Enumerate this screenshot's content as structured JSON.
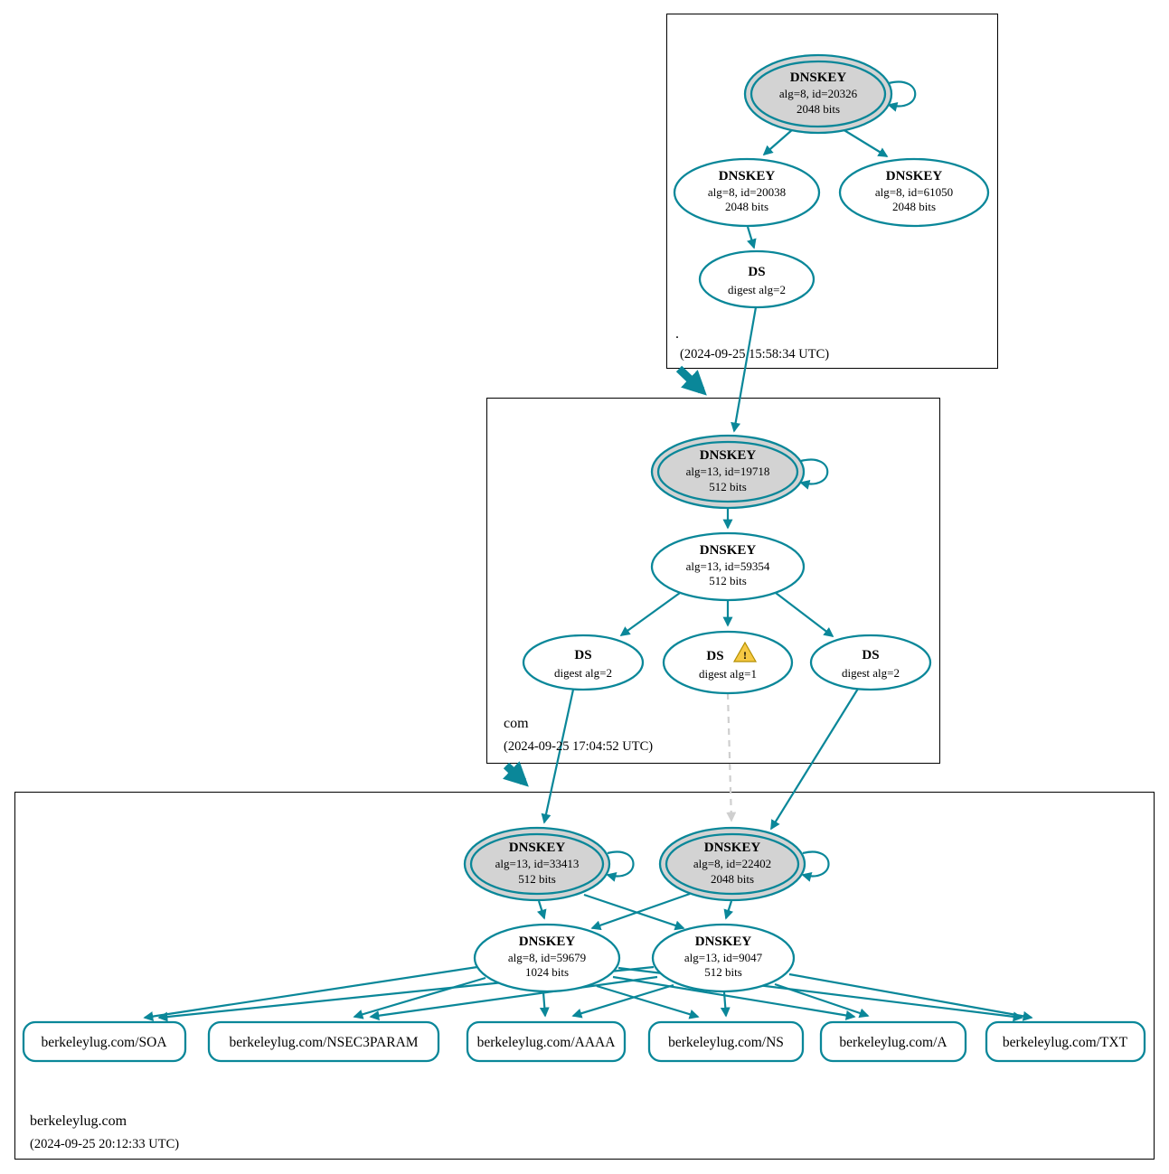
{
  "colors": {
    "edge": "#0a8799",
    "ksk_fill": "#d3d3d3",
    "warning_fill": "#f5c843",
    "insecure_edge": "#cfcfcf"
  },
  "zones": {
    "root": {
      "label": ".",
      "timestamp": "(2024-09-25 15:58:34 UTC)",
      "ksk": {
        "title": "DNSKEY",
        "alg": "alg=8, id=20326",
        "bits": "2048 bits"
      },
      "zsk1": {
        "title": "DNSKEY",
        "alg": "alg=8, id=20038",
        "bits": "2048 bits"
      },
      "zsk2": {
        "title": "DNSKEY",
        "alg": "alg=8, id=61050",
        "bits": "2048 bits"
      },
      "ds": {
        "title": "DS",
        "digest": "digest alg=2"
      }
    },
    "com": {
      "label": "com",
      "timestamp": "(2024-09-25 17:04:52 UTC)",
      "ksk": {
        "title": "DNSKEY",
        "alg": "alg=13, id=19718",
        "bits": "512 bits"
      },
      "zsk": {
        "title": "DNSKEY",
        "alg": "alg=13, id=59354",
        "bits": "512 bits"
      },
      "ds1": {
        "title": "DS",
        "digest": "digest alg=2"
      },
      "ds2": {
        "title": "DS",
        "digest": "digest alg=1",
        "warning_glyph": "!"
      },
      "ds3": {
        "title": "DS",
        "digest": "digest alg=2"
      }
    },
    "berkeleylug": {
      "label": "berkeleylug.com",
      "timestamp": "(2024-09-25 20:12:33 UTC)",
      "ksk1": {
        "title": "DNSKEY",
        "alg": "alg=13, id=33413",
        "bits": "512 bits"
      },
      "ksk2": {
        "title": "DNSKEY",
        "alg": "alg=8, id=22402",
        "bits": "2048 bits"
      },
      "zsk1": {
        "title": "DNSKEY",
        "alg": "alg=8, id=59679",
        "bits": "1024 bits"
      },
      "zsk2": {
        "title": "DNSKEY",
        "alg": "alg=13, id=9047",
        "bits": "512 bits"
      },
      "rrsets": [
        {
          "label": "berkeleylug.com/SOA"
        },
        {
          "label": "berkeleylug.com/NSEC3PARAM"
        },
        {
          "label": "berkeleylug.com/AAAA"
        },
        {
          "label": "berkeleylug.com/NS"
        },
        {
          "label": "berkeleylug.com/A"
        },
        {
          "label": "berkeleylug.com/TXT"
        }
      ]
    }
  }
}
